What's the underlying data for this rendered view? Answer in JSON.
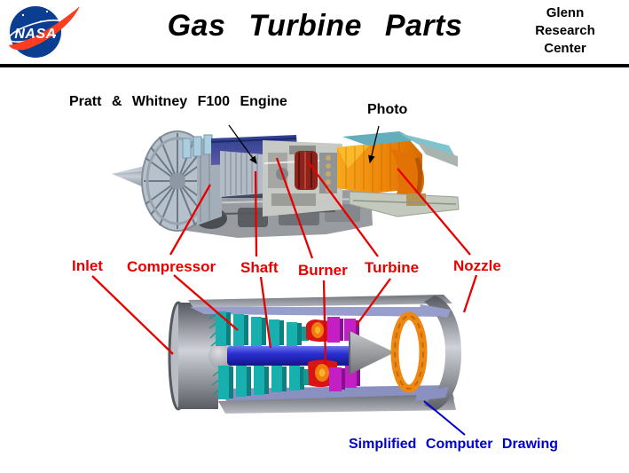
{
  "header": {
    "title": "Gas Turbine Parts",
    "logo_text": "NASA",
    "org_lines": [
      "Glenn",
      "Research",
      "Center"
    ]
  },
  "photo_section": {
    "engine_label": "Pratt & Whitney F100 Engine",
    "caption": "Photo"
  },
  "part_labels": [
    {
      "id": "inlet",
      "label": "Inlet"
    },
    {
      "id": "compressor",
      "label": "Compressor"
    },
    {
      "id": "shaft",
      "label": "Shaft"
    },
    {
      "id": "burner",
      "label": "Burner"
    },
    {
      "id": "turbine",
      "label": "Turbine"
    },
    {
      "id": "nozzle",
      "label": "Nozzle"
    }
  ],
  "drawing_section": {
    "caption": "Simplified Computer Drawing"
  },
  "colors": {
    "label_red": "#e60000",
    "caption_blue": "#0000cc",
    "rule_black": "#000000",
    "nasa_blue": "#0b3d91",
    "nasa_red": "#fc3d21"
  }
}
